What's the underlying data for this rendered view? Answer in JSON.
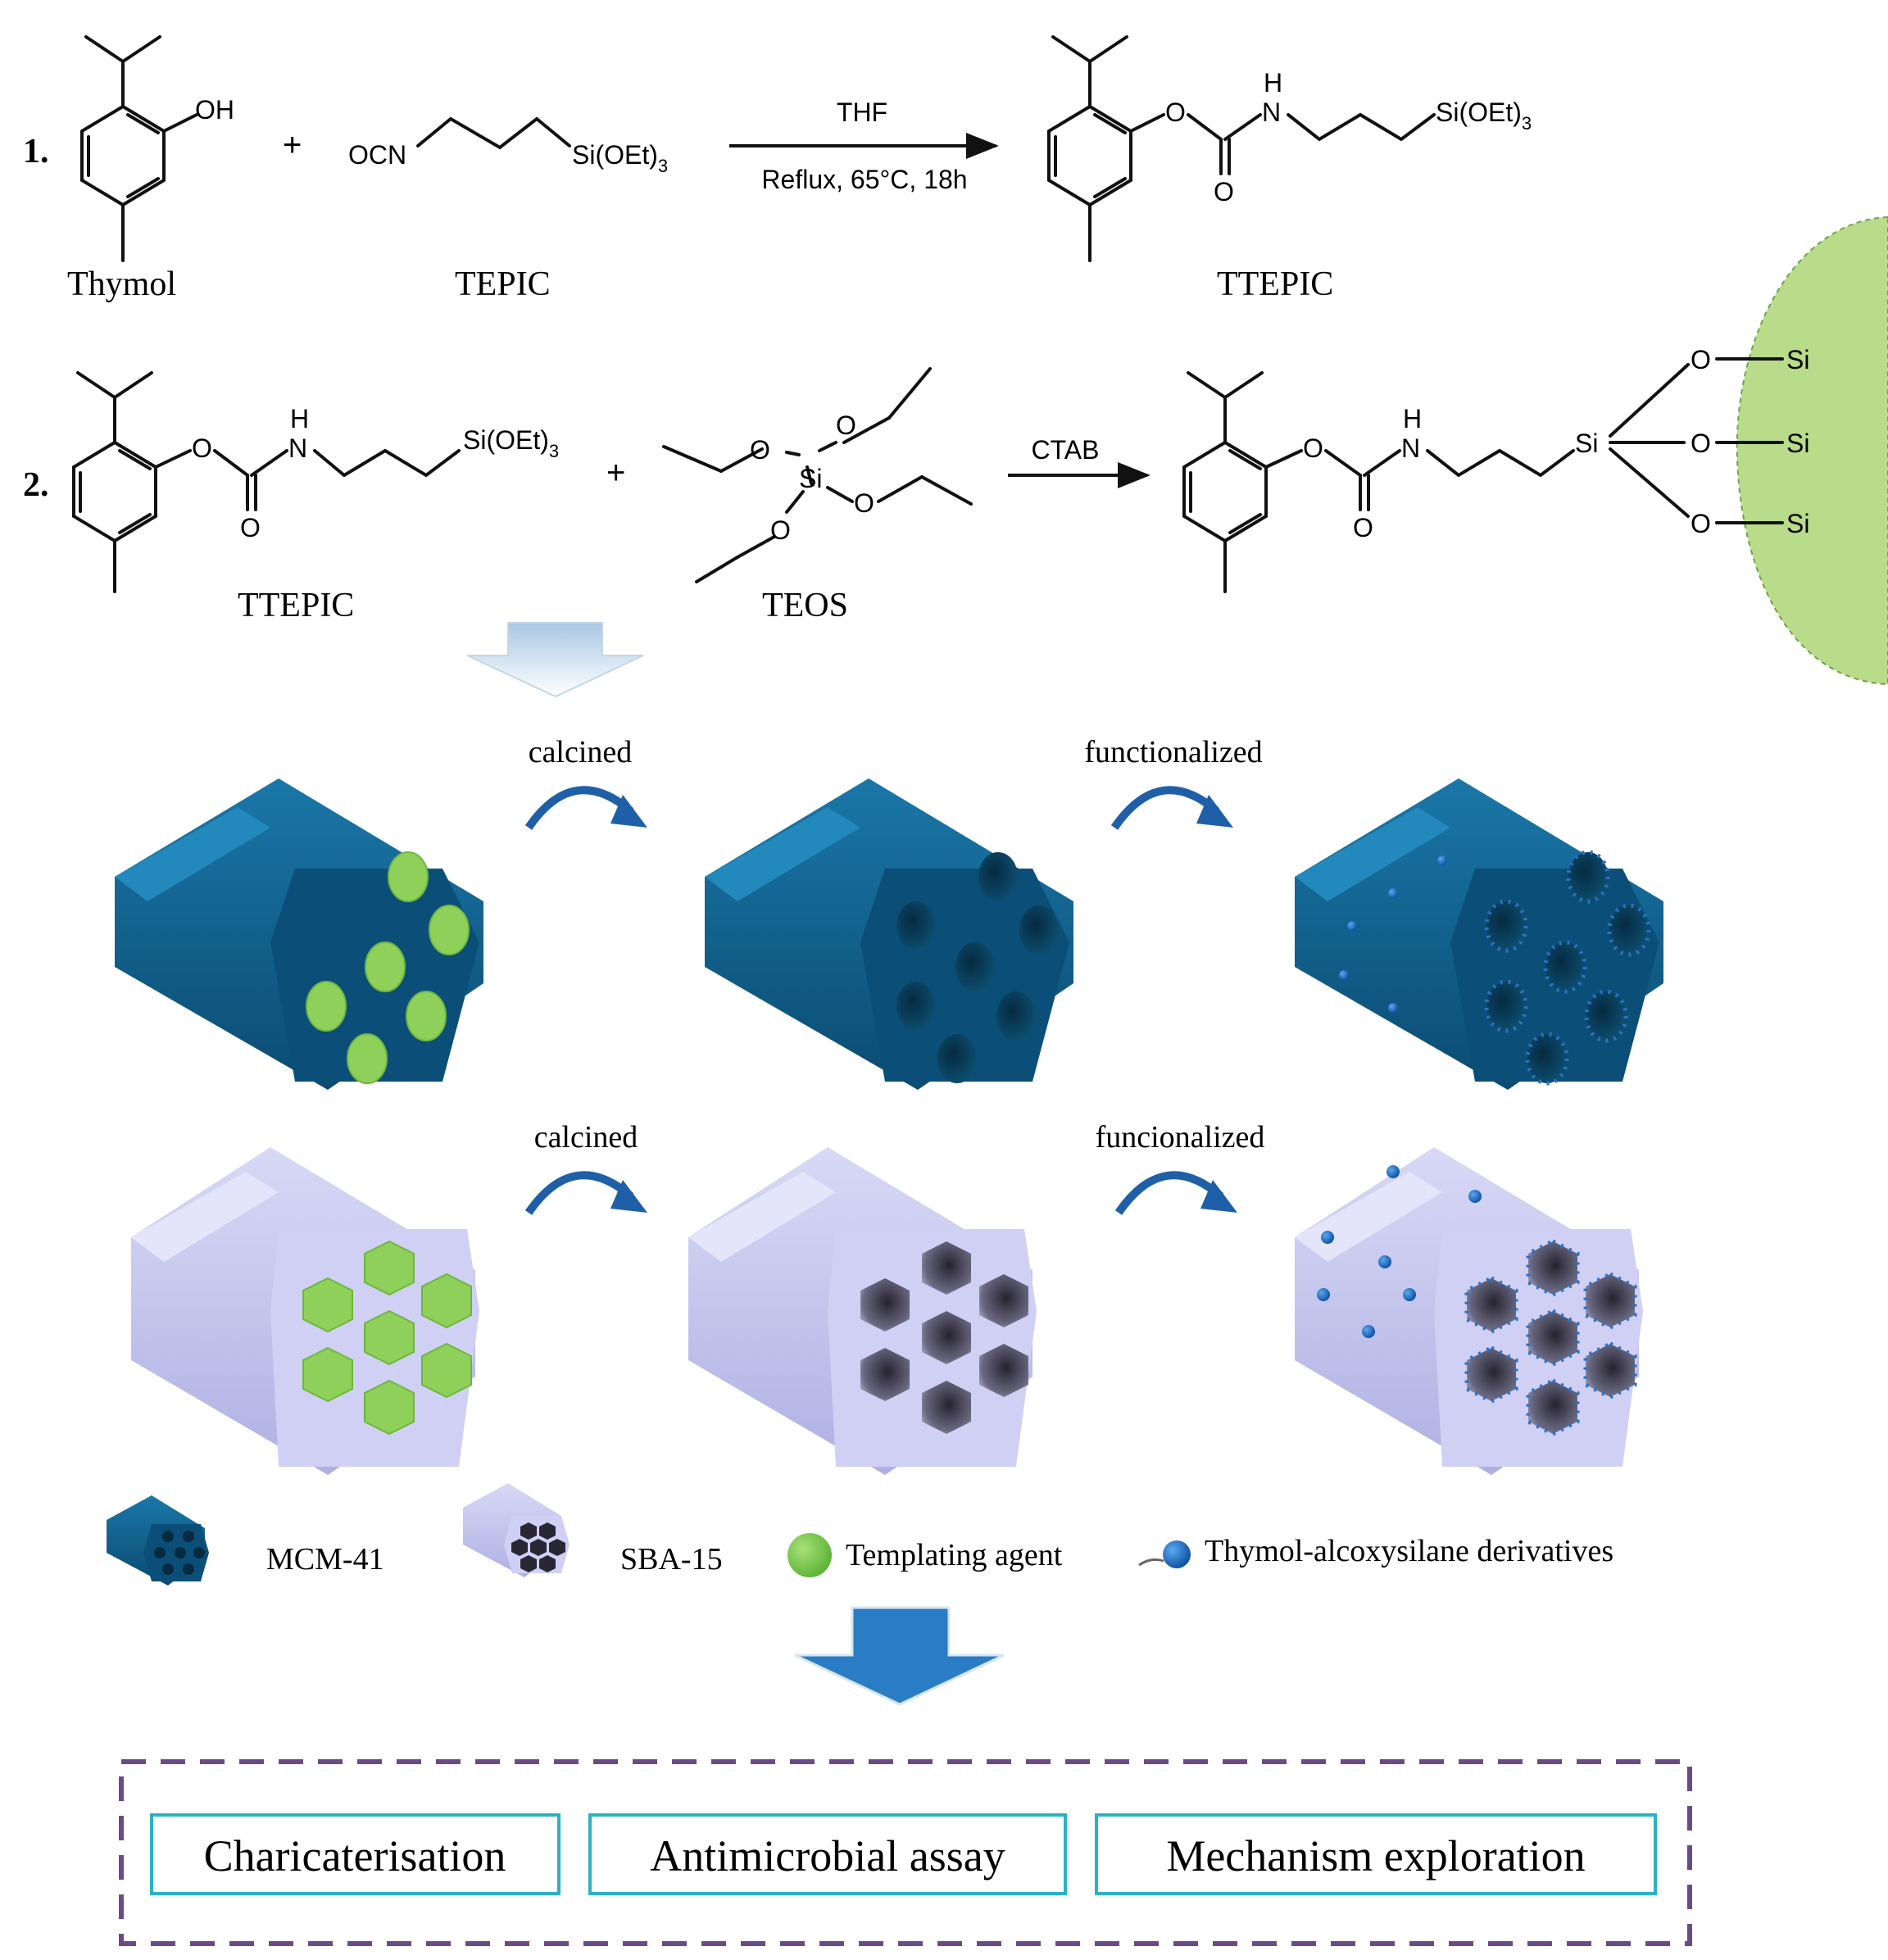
{
  "reaction1": {
    "step": "1.",
    "reactant1_name": "Thymol",
    "reactant2_name": "TEPIC",
    "product_name": "TTEPIC",
    "plus": "+",
    "condition_top": "THF",
    "condition_bottom": "Reflux, 65°C, 18h",
    "atoms": {
      "oh": "OH",
      "ocn": "OCN",
      "si": "Si(OEt)",
      "sub3": "3",
      "o": "O",
      "h": "H",
      "n": "N"
    }
  },
  "reaction2": {
    "step": "2.",
    "reactant1_name": "TTEPIC",
    "reactant2_name": "TEOS",
    "plus": "+",
    "condition_top": "CTAB",
    "atoms": {
      "si_oet": "Si(OEt)",
      "sub3": "3",
      "o": "O",
      "h": "H",
      "n": "N",
      "si": "Si"
    }
  },
  "process": {
    "mcm_step1": "calcined",
    "mcm_step2": "functionalized",
    "sba_step1": "calcined",
    "sba_step2": "funcionalized"
  },
  "legend": {
    "mcm": "MCM-41",
    "sba": "SBA-15",
    "template": "Templating agent",
    "thymol": "Thymol-alcoxysilane derivatives"
  },
  "outcomes": [
    "Charicaterisation",
    "Antimicrobial assay",
    "Mechanism exploration"
  ],
  "colors": {
    "mcm_blue": "#0f5e8a",
    "sba_lavender": "#c2c4ee",
    "template_green": "#8ed05a",
    "surface_green": "#b9dc8b",
    "arrow_blue": "#1f5fa8",
    "box_border": "#2bb1c4",
    "dash_purple": "#6a4a87"
  }
}
